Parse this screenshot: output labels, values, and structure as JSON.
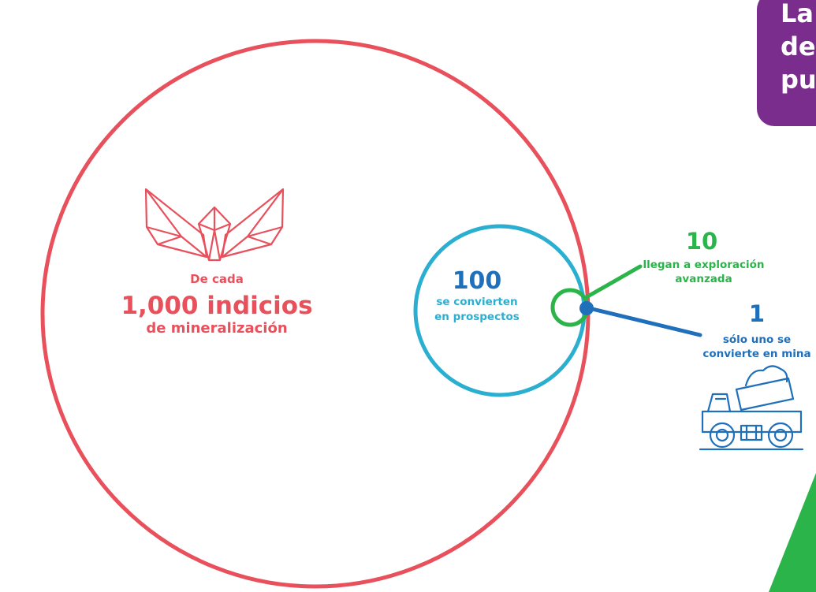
{
  "colors": {
    "red": "#e8505b",
    "cyan": "#2bafd1",
    "green": "#2bb44a",
    "blue": "#1f6fba",
    "purple": "#7b2d8e"
  },
  "icons": [
    "crystal-icon",
    "mining-truck-icon"
  ],
  "banner": {
    "lines": [
      "La",
      "de",
      "pu"
    ]
  },
  "stages": {
    "indicios": {
      "pre": "De cada",
      "number_text": "1,000 indicios",
      "post": "de mineralización"
    },
    "prospectos": {
      "number": "100",
      "line1": "se convierten",
      "line2": "en prospectos"
    },
    "exploracion": {
      "number": "10",
      "line1": "llegan a exploración",
      "line2": "avanzada"
    },
    "mina": {
      "number": "1",
      "line1": "sólo uno se",
      "line2": "convierte en mina"
    }
  }
}
